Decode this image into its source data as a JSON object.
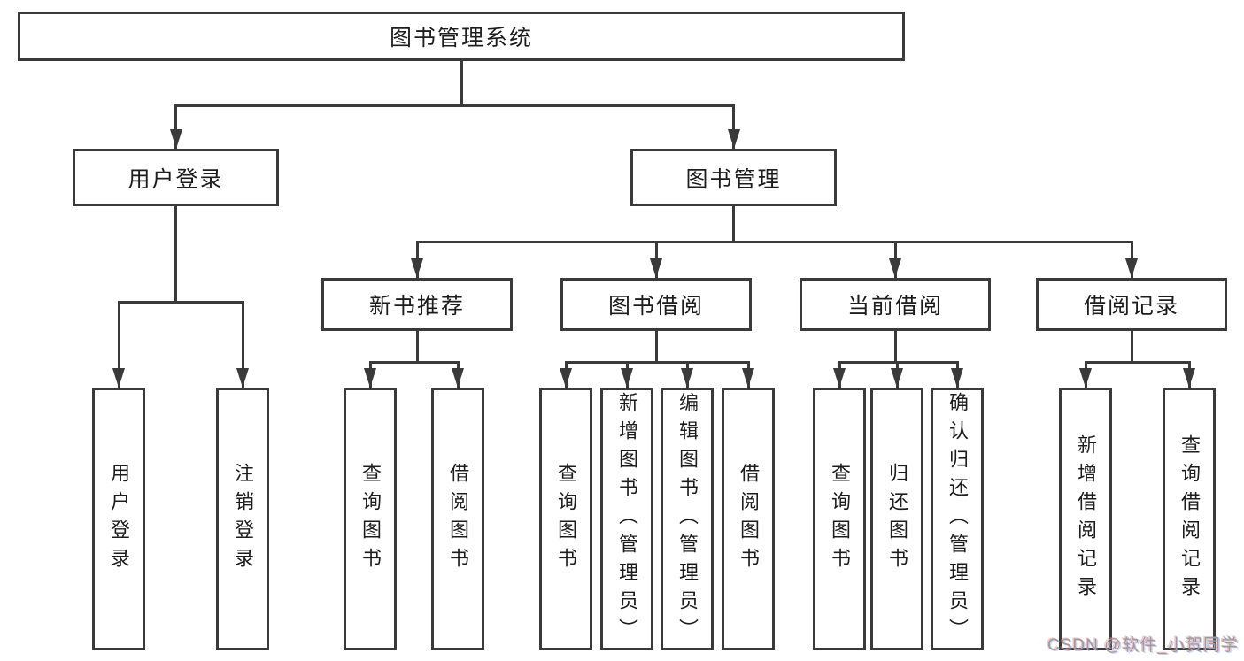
{
  "colors": {
    "line": "#3a3a3a",
    "text": "#1d1d1d",
    "bg": "#ffffff",
    "watermark": "#9c9c9c"
  },
  "watermark": {
    "text": "CSDN @软件_小贺同学"
  },
  "diagram": {
    "root": {
      "label": "图书管理系统"
    },
    "level2": [
      {
        "label": "用户登录"
      },
      {
        "label": "图书管理"
      }
    ],
    "level3": [
      {
        "label": "新书推荐"
      },
      {
        "label": "图书借阅"
      },
      {
        "label": "当前借阅"
      },
      {
        "label": "借阅记录"
      }
    ],
    "leaves": {
      "user_login": [
        "用户登录",
        "注销登录"
      ],
      "new_book_recommend": [
        "查询图书",
        "借阅图书"
      ],
      "book_borrow": [
        "查询图书",
        "新增图书（管理员）",
        "编辑图书（管理员）",
        "借阅图书"
      ],
      "current_borrow": [
        "查询图书",
        "归还图书",
        "确认归还（管理员）"
      ],
      "borrow_record": [
        "新增借阅记录",
        "查询借阅记录"
      ]
    }
  }
}
